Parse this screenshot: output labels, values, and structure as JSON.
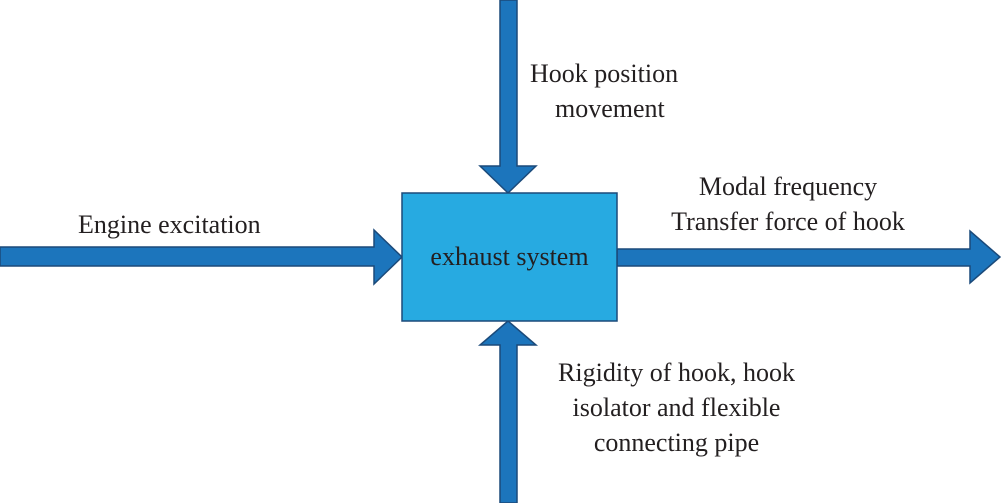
{
  "center_box": {
    "label": "exhaust system"
  },
  "inputs": {
    "top": {
      "line1": "Hook position",
      "line2": "movement"
    },
    "left": {
      "line1": "Engine excitation"
    },
    "bottom": {
      "line1": "Rigidity of hook, hook",
      "line2": "isolator and flexible",
      "line3": "connecting pipe"
    }
  },
  "outputs": {
    "right": {
      "line1": "Modal frequency",
      "line2": "Transfer force of hook"
    }
  },
  "colors": {
    "arrow_fill": "#1c75bc",
    "arrow_stroke": "#1b4a7a",
    "box_fill": "#27aae1",
    "box_stroke": "#1b4a7a",
    "text": "#231f20"
  }
}
